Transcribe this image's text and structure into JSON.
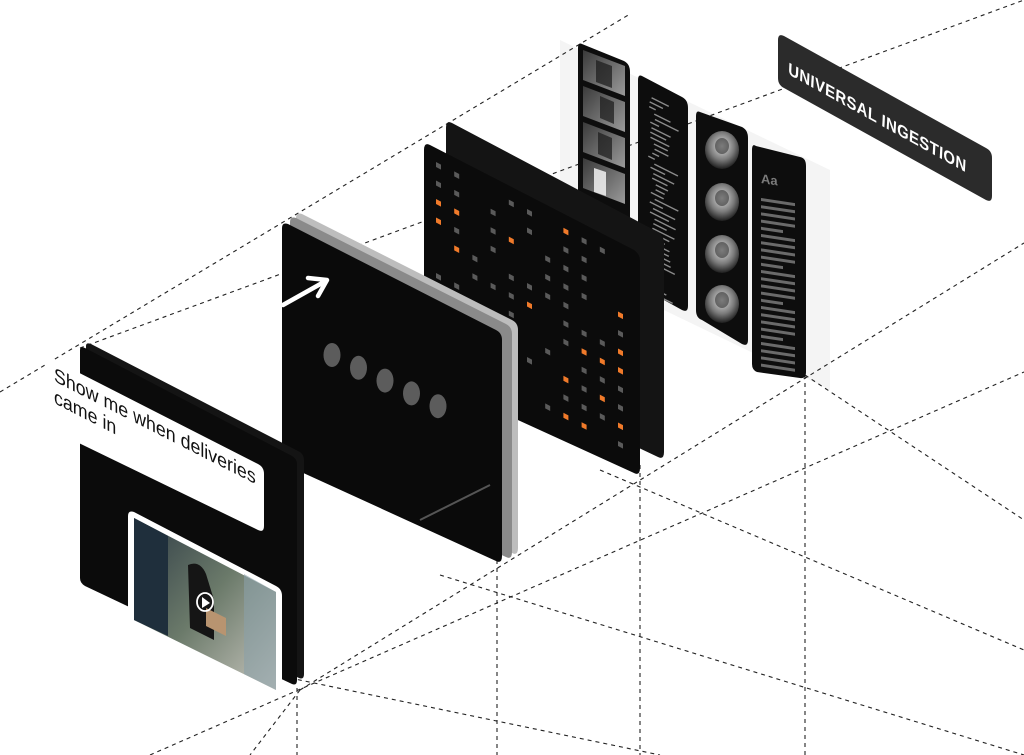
{
  "badge": {
    "label": "UNIVERSAL INGESTION"
  },
  "query_card": {
    "text_line1": "Show me when deliveries",
    "text_line2": "came in"
  },
  "text_doc_card": {
    "glyph_label": "Aa"
  },
  "video_card": {
    "icon": "play-icon"
  },
  "tokens_card": {
    "icon": "arrow-up-right-icon",
    "dot_count": 5
  },
  "colors": {
    "panel": "#0b0b0b",
    "panel_edge": "#2a2a2a",
    "accent": "#f07a2a",
    "muted_square": "#5a5a5a",
    "grid_line": "#222222",
    "badge_bg": "#2b2b2b",
    "badge_text": "#ffffff"
  }
}
